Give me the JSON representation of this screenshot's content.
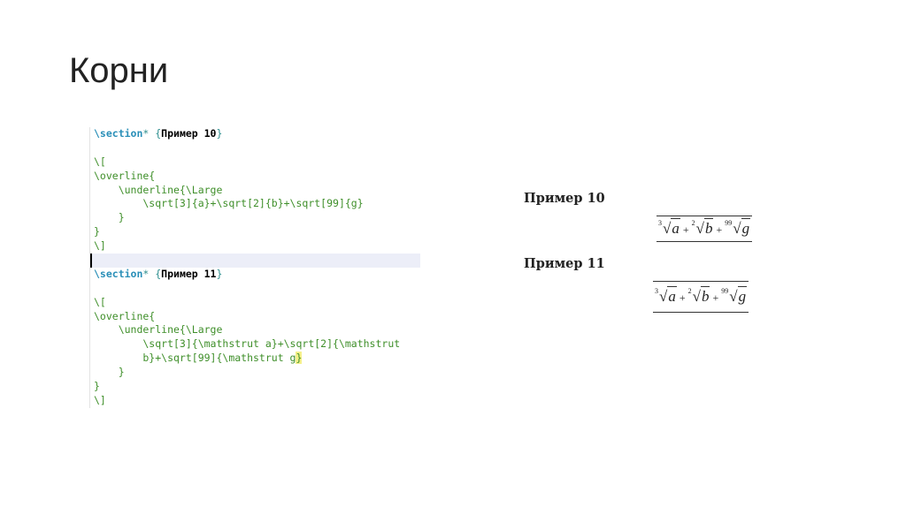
{
  "slide": {
    "title": "Корни"
  },
  "code": {
    "lines": [
      {
        "cmd": "\\section",
        "rest": "* {",
        "bold": "Пример 10",
        "end": "}"
      },
      {
        "text": ""
      },
      {
        "text": "\\["
      },
      {
        "text": "\\overline{"
      },
      {
        "text": "    \\underline{\\Large"
      },
      {
        "text": "        \\sqrt[3]{a}+\\sqrt[2]{b}+\\sqrt[99]{g}"
      },
      {
        "text": "    }"
      },
      {
        "text": "}"
      },
      {
        "text": "\\]"
      },
      {
        "text": "",
        "current": true
      },
      {
        "cmd": "\\section",
        "rest": "* {",
        "bold": "Пример 11",
        "end": "}"
      },
      {
        "text": ""
      },
      {
        "text": "\\["
      },
      {
        "text": "\\overline{"
      },
      {
        "text": "    \\underline{\\Large"
      },
      {
        "text": "        \\sqrt[3]{\\mathstrut a}+\\sqrt[2]{\\mathstrut"
      },
      {
        "text": "        b}+\\sqrt[99]{\\mathstrut g",
        "hlbrace": "}"
      },
      {
        "text": "    }"
      },
      {
        "text": "}"
      },
      {
        "text": "\\]"
      }
    ]
  },
  "output": {
    "sections": [
      {
        "heading": "Пример 10",
        "roots": [
          {
            "index": "3",
            "radicand": "a"
          },
          {
            "index": "2",
            "radicand": "b"
          },
          {
            "index": "99",
            "radicand": "g"
          }
        ],
        "plus": "+"
      },
      {
        "heading": "Пример 11",
        "roots": [
          {
            "index": "3",
            "radicand": "a"
          },
          {
            "index": "2",
            "radicand": "b"
          },
          {
            "index": "99",
            "radicand": "g"
          }
        ],
        "plus": "+"
      }
    ]
  }
}
